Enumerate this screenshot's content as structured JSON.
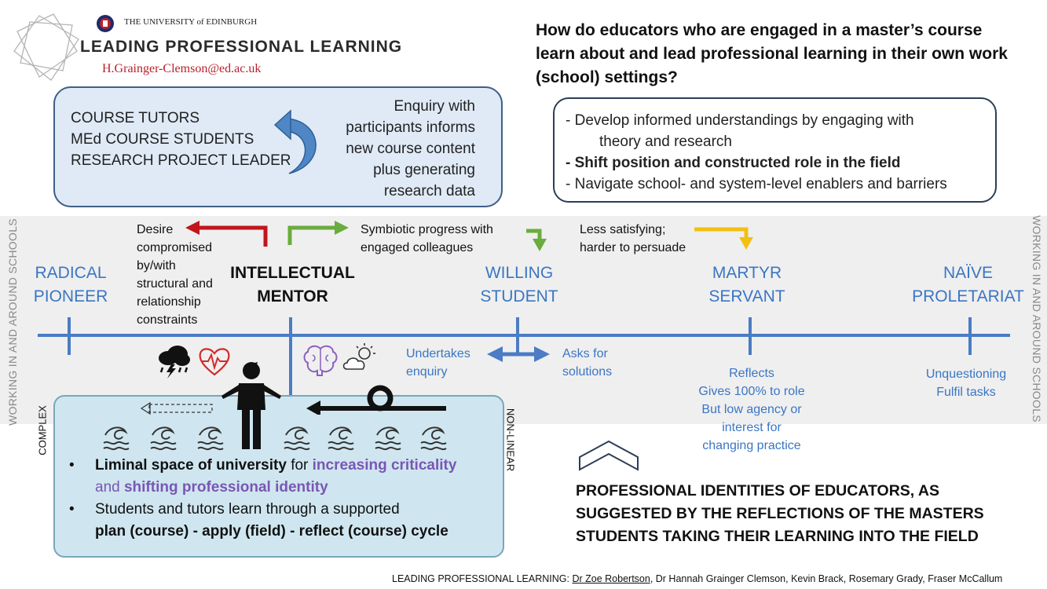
{
  "header": {
    "university": "THE UNIVERSITY of EDINBURGH",
    "title": "LEADING PROFESSIONAL LEARNING",
    "email": "H.Grainger-Clemson@ed.ac.uk"
  },
  "question": "How do educators who are engaged in a master’s course learn about and lead professional learning in their own work (school) settings?",
  "participants": [
    "COURSE TUTORS",
    "MEd COURSE STUDENTS",
    "RESEARCH PROJECT LEADER"
  ],
  "enquiry": [
    "Enquiry with",
    "participants informs",
    "new course content",
    "plus generating",
    "research data"
  ],
  "findings": {
    "line1": "- Develop informed understandings by engaging with",
    "line1b": "theory and research",
    "line2": "- Shift position and constructed role in the field",
    "line3": "- Navigate school- and system-level enablers and barriers"
  },
  "side_label": "WORKING IN AND AROUND SCHOOLS",
  "roles": {
    "radical": [
      "RADICAL",
      "PIONEER"
    ],
    "mentor": [
      "INTELLECTUAL",
      "MENTOR"
    ],
    "willing": [
      "WILLING",
      "STUDENT"
    ],
    "martyr": [
      "MARTYR",
      "SERVANT"
    ],
    "naive": [
      "NAÏVE",
      "PROLETARIAT"
    ]
  },
  "notes": {
    "desire": [
      "Desire",
      "compromised",
      "by/with",
      "structural and",
      "relationship",
      "constraints"
    ],
    "symbiotic": [
      "Symbiotic progress with",
      "engaged colleagues"
    ],
    "less": [
      "Less satisfying;",
      "harder to persuade"
    ],
    "undertakes": [
      "Undertakes",
      "enquiry"
    ],
    "asks": [
      "Asks for",
      "solutions"
    ],
    "reflects": [
      "Reflects",
      "Gives 100% to role",
      "But low agency or",
      "interest for",
      "changing practice"
    ],
    "unquestioning": [
      "Unquestioning",
      "Fulfil tasks"
    ]
  },
  "water": {
    "complex": "COMPLEX",
    "nonlinear": "NON-LINEAR",
    "b1_bold": "Liminal space of university",
    "b1_mid": " for ",
    "b1_purple1": "increasing criticality",
    "b1_and": "and ",
    "b1_purple2": "shifting professional identity",
    "b2_line1": "Students and tutors learn through a supported",
    "b2_line2": "plan (course) - apply (field) - reflect (course) cycle"
  },
  "conclusion": [
    "PROFESSIONAL IDENTITIES OF EDUCATORS, AS",
    "SUGGESTED BY THE REFLECTIONS OF THE MASTERS",
    "STUDENTS TAKING THEIR LEARNING INTO THE FIELD"
  ],
  "footer": {
    "prefix": "LEADING PROFESSIONAL LEARNING: ",
    "underlined": "Dr Zoe Robertson",
    "rest": ", Dr Hannah Grainger Clemson, Kevin Brack, Rosemary Grady, Fraser McCallum"
  },
  "colors": {
    "accent_blue": "#3a76c4",
    "red_arrow": "#c0161b",
    "green_arrow": "#6aac3e",
    "yellow_arrow": "#f2c012",
    "purple": "#7a56b5"
  }
}
